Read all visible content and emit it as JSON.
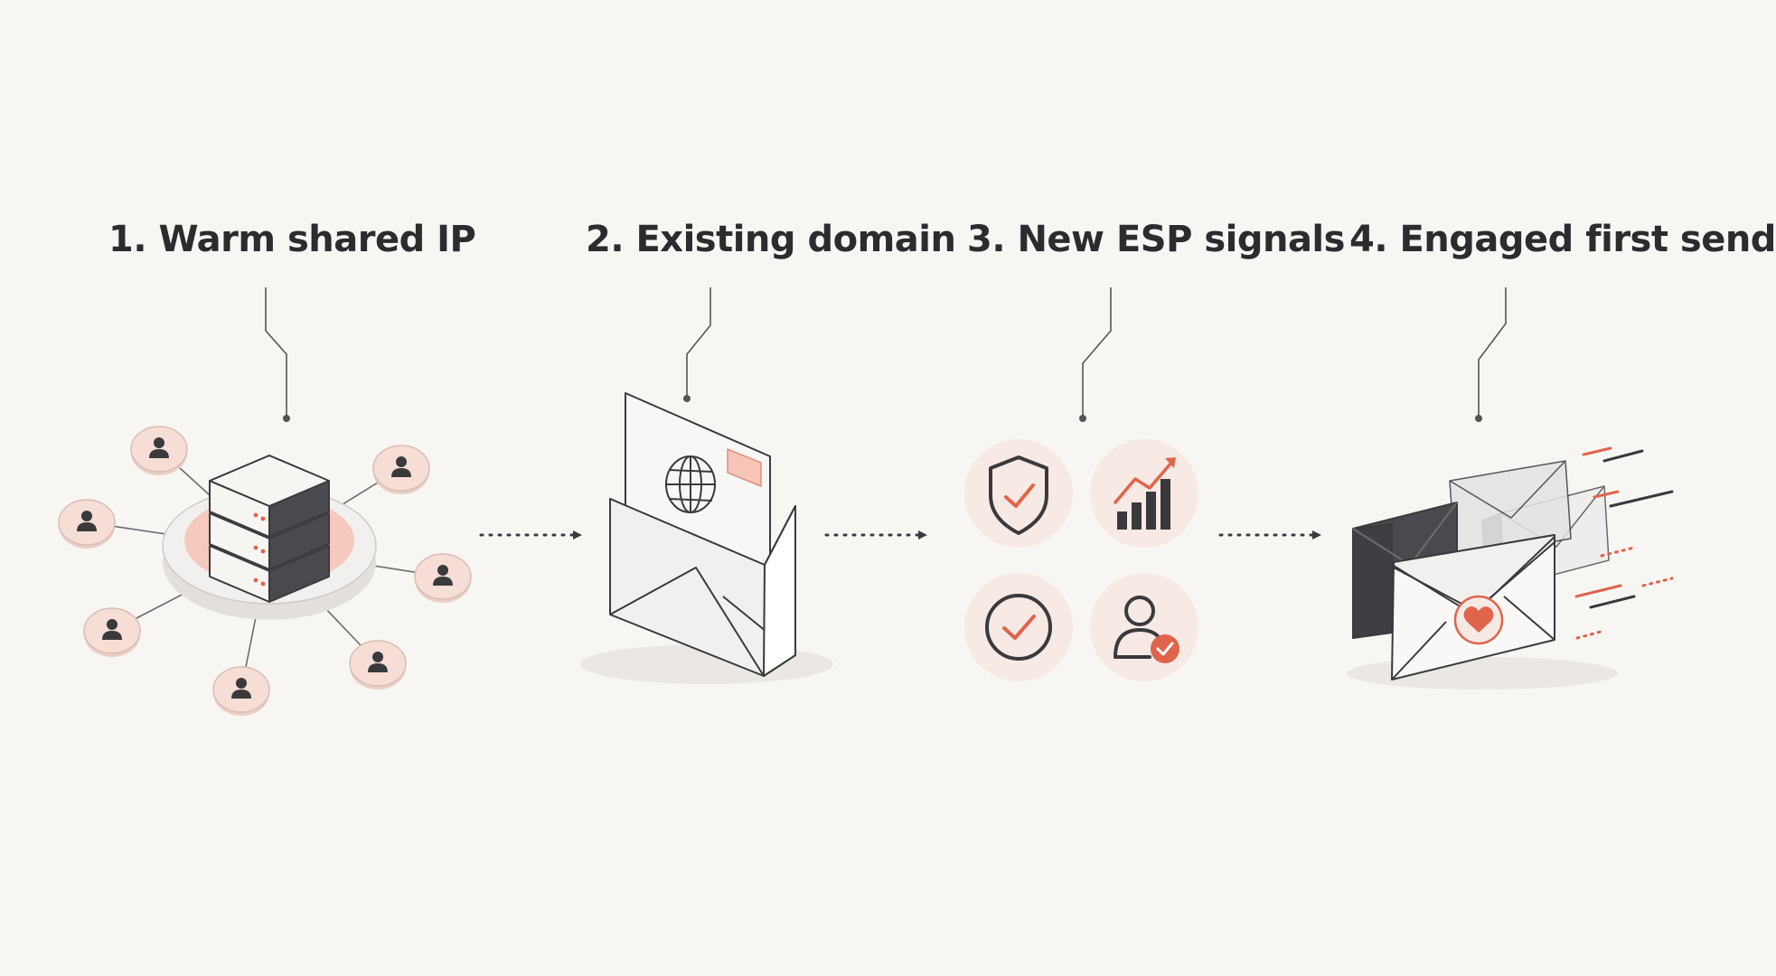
{
  "steps": [
    {
      "label": "1. Warm shared IP",
      "icon": "server-network-icon"
    },
    {
      "label": "2. Existing domain",
      "icon": "domain-envelope-icon"
    },
    {
      "label": "3. New ESP signals",
      "icon": "signals-grid-icon"
    },
    {
      "label": "4. Engaged first send",
      "icon": "sending-envelopes-icon"
    }
  ],
  "colors": {
    "background": "#f8f6f3",
    "ink": "#3a3a3d",
    "accent": "#e0644c",
    "accent_soft": "#f6d3ca",
    "tint": "#f7e9e4",
    "paper": "#f2f0ee"
  }
}
